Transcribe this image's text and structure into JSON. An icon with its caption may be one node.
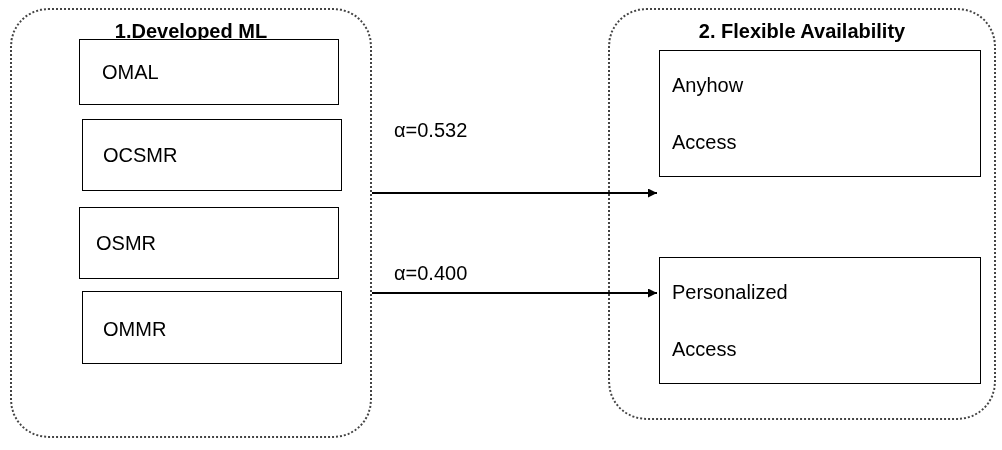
{
  "diagram": {
    "nodes": [
      {
        "text": [
          "1.Developed ML"
        ]
      },
      {
        "text": [
          "OMAL"
        ],
        "in": 0
      },
      {
        "text": [
          "OCSMR"
        ],
        "in": 0
      },
      {
        "text": [
          "OSMR"
        ],
        "in": 0
      },
      {
        "text": [
          "OMMR"
        ],
        "in": 0
      },
      {
        "text": [
          "2. Flexible Availability"
        ]
      },
      {
        "text": [
          "Anyhow Access"
        ],
        "in": 5
      },
      {
        "text": [
          "Personalized Access"
        ],
        "in": 5
      }
    ],
    "edges": [
      {
        "from": 0,
        "to": 6,
        "arrow": "to",
        "label": "α=0.532"
      },
      {
        "from": 0,
        "to": 7,
        "arrow": "to",
        "label": "α=0.400"
      }
    ]
  }
}
